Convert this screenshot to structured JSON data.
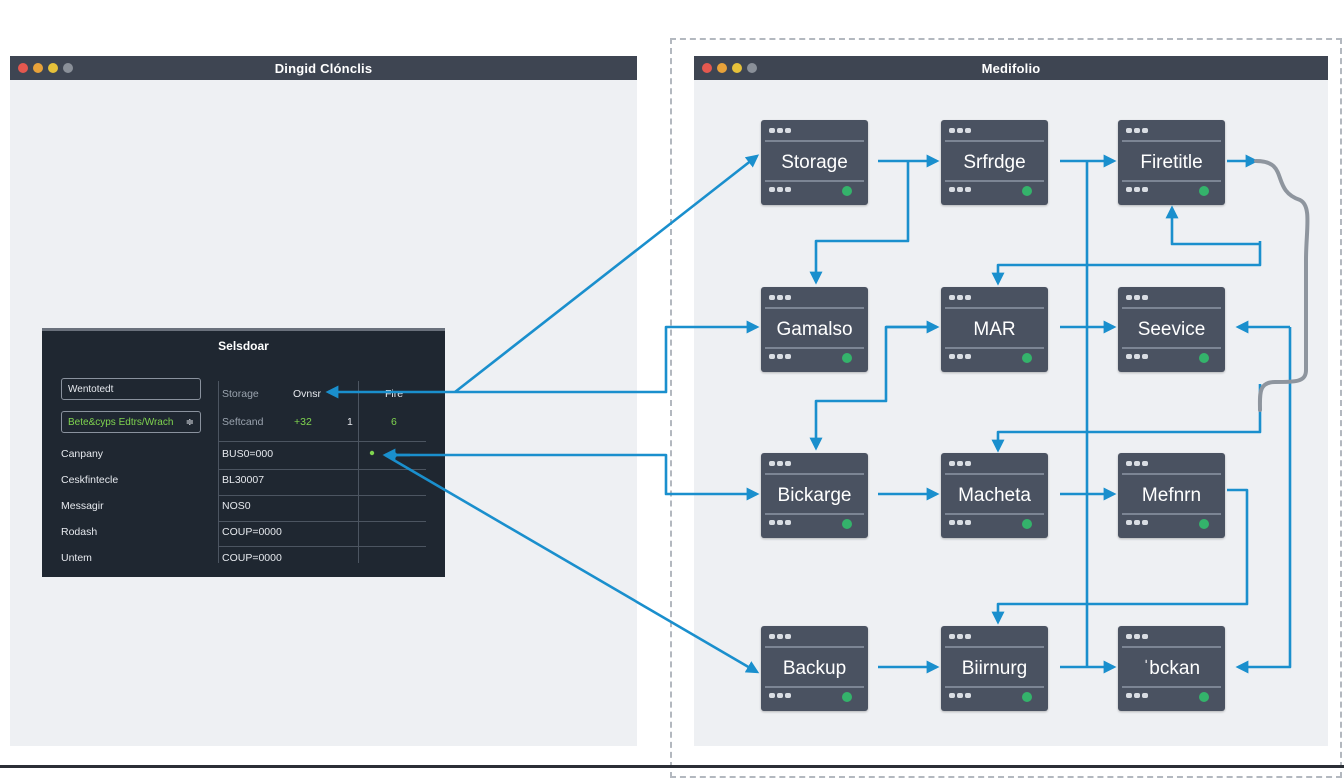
{
  "windows": {
    "left": {
      "title": "Dingid Clónclis"
    },
    "right": {
      "title": "Medifolio"
    }
  },
  "panel": {
    "title": "Selsdoar",
    "field1": "Wentotedt",
    "field2": {
      "text": "Bete&cyps Edtrs/Wrach",
      "suffix": "≑"
    },
    "header": {
      "col1": "Storage",
      "col2": "Ovnsr",
      "col3": "Fire"
    },
    "row2": {
      "label": "Seftcand",
      "v1": "+32",
      "v2": "1",
      "v3": "6"
    },
    "rows": [
      {
        "label": "Canpany",
        "value": "BUS0=000"
      },
      {
        "label": "Ceskfintecle",
        "value": "BL30007"
      },
      {
        "label": "Messagir",
        "value": "NOS0"
      },
      {
        "label": "Rodash",
        "value": "COUP=0000"
      },
      {
        "label": "Untem",
        "value": "COUP=0000"
      }
    ]
  },
  "nodes": [
    {
      "label": "Storage"
    },
    {
      "label": "Srfrdge"
    },
    {
      "label": "Firetitle"
    },
    {
      "label": "Gamalso"
    },
    {
      "label": "MAR"
    },
    {
      "label": "Seevice"
    },
    {
      "label": "Bickarge"
    },
    {
      "label": "Macheta"
    },
    {
      "label": "Mefnrn"
    },
    {
      "label": "Backup"
    },
    {
      "label": "Biirnurg"
    },
    {
      "label": "ˈbckan"
    }
  ],
  "colors": {
    "link": "#1a8fcd",
    "cable": "#8e959e",
    "node": "#4a5261",
    "status": "#34b36b"
  }
}
